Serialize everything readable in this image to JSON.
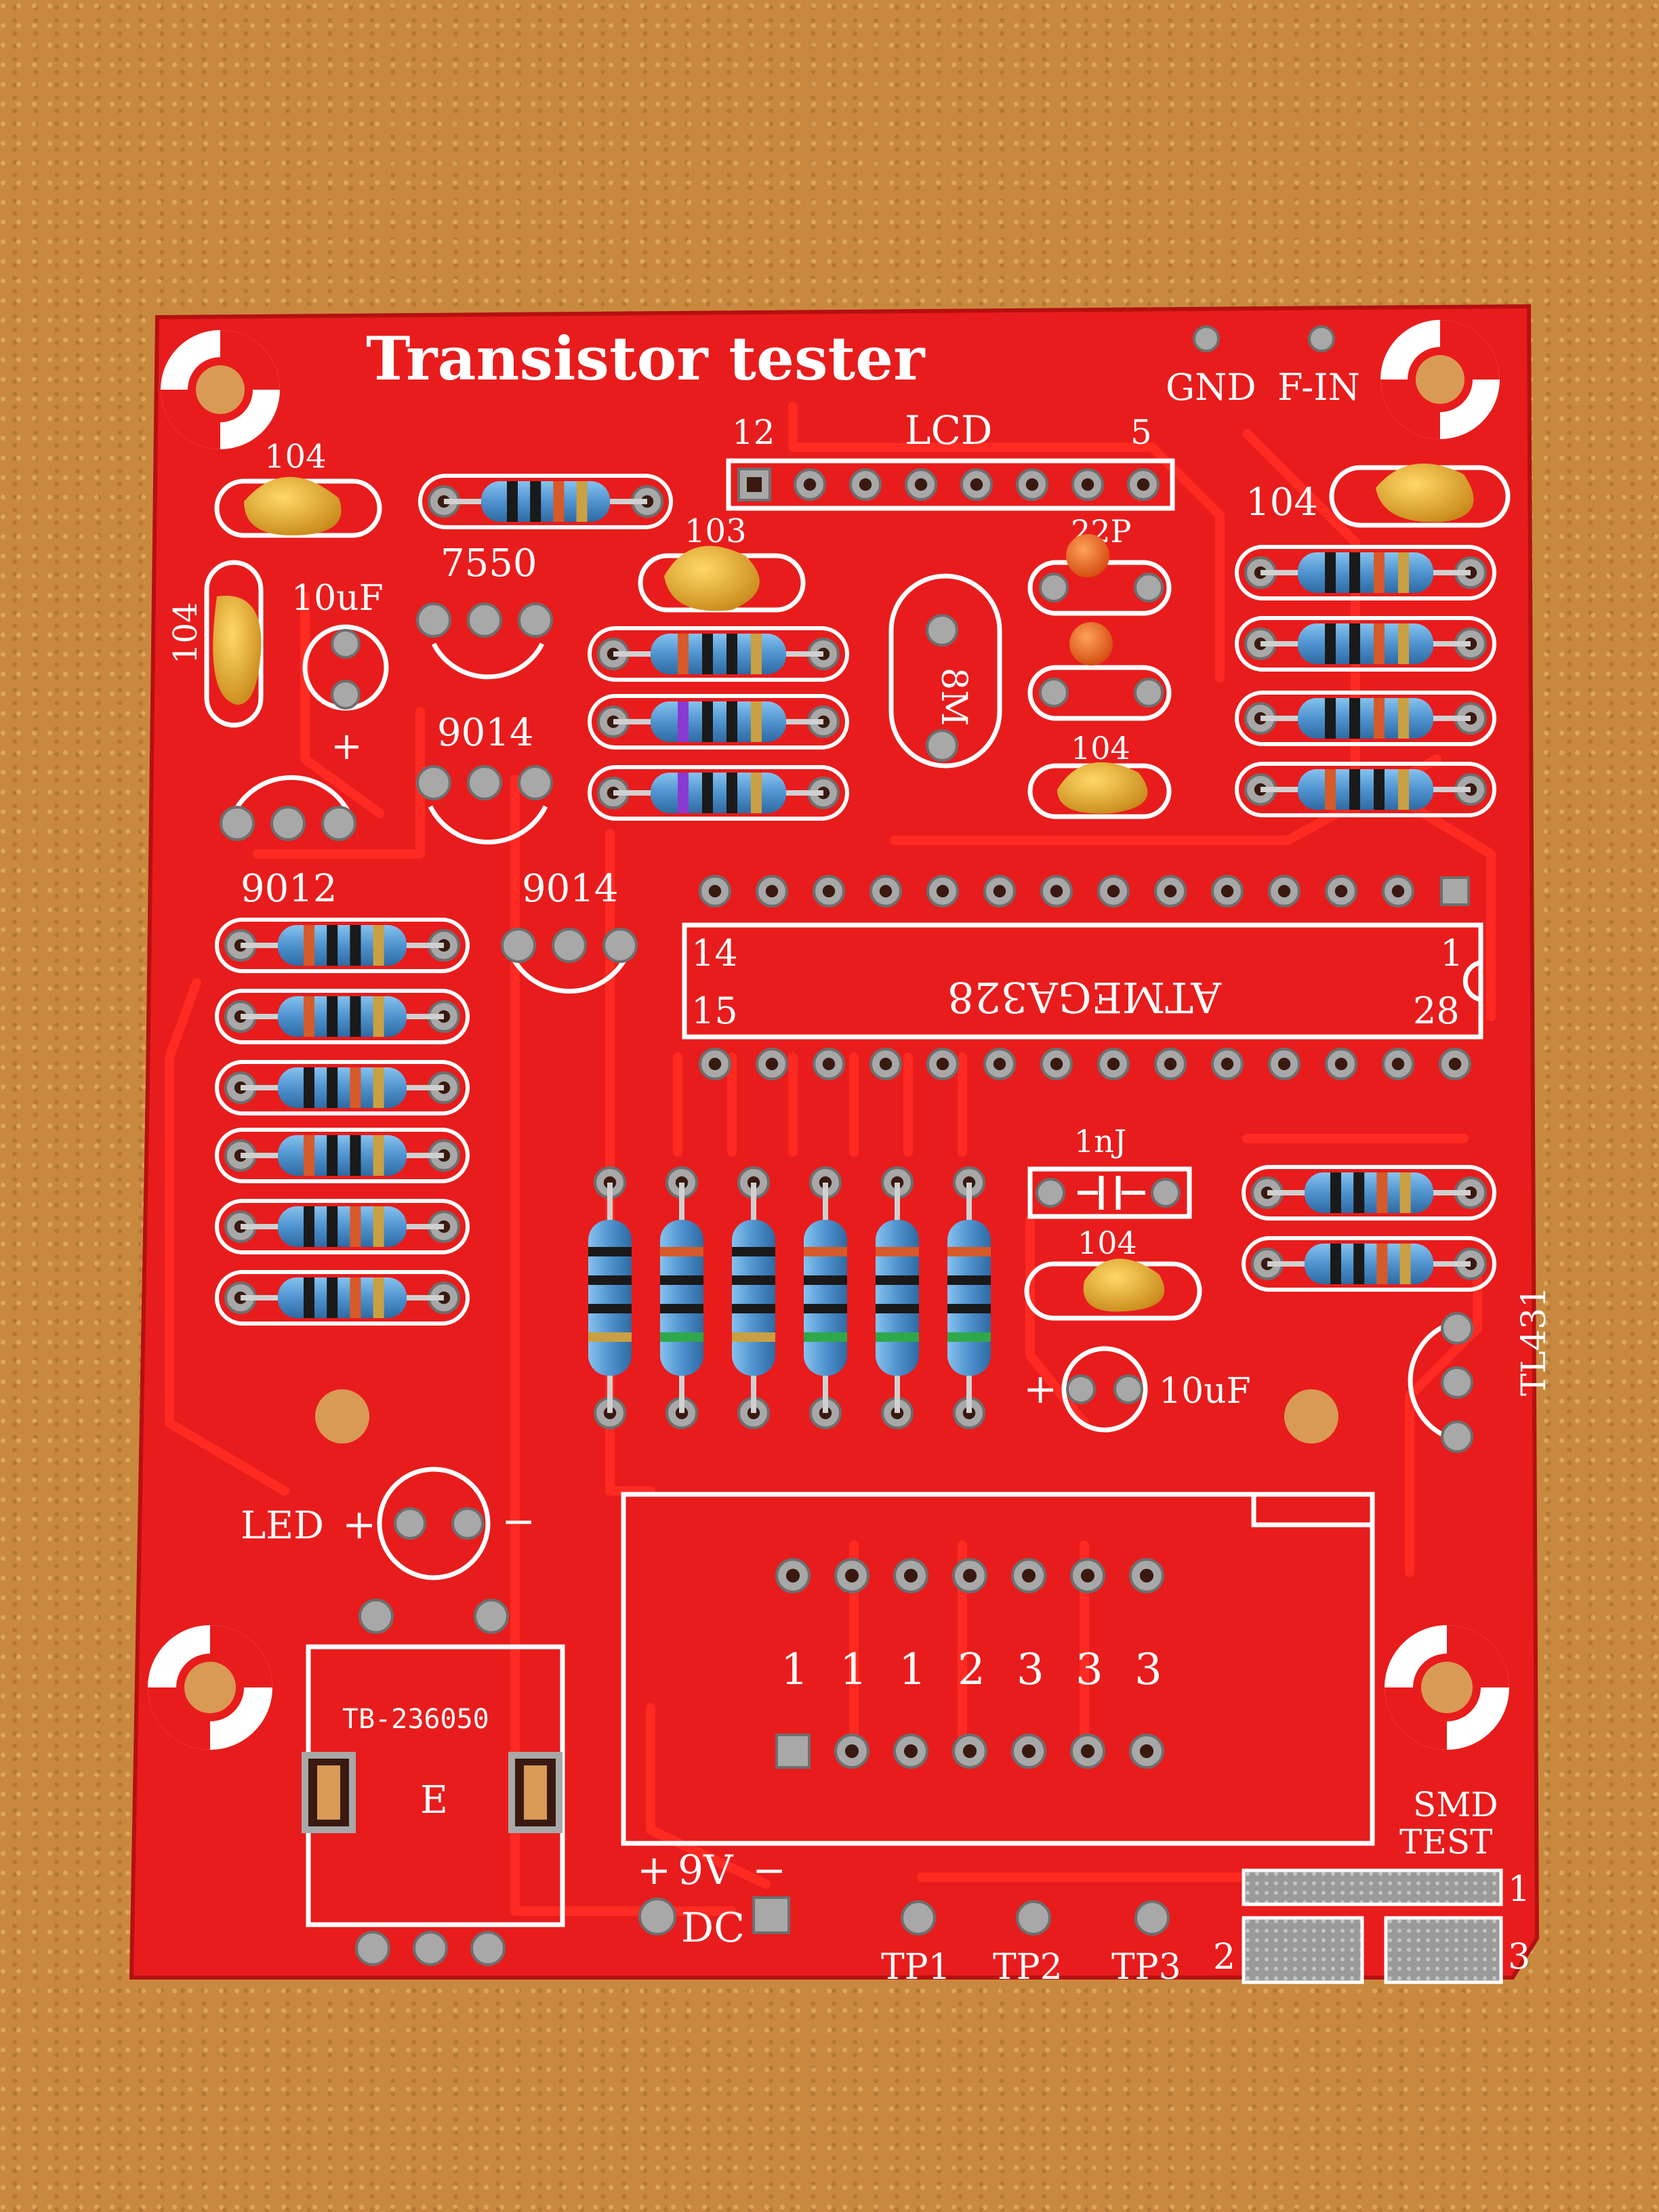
{
  "board": {
    "title": "Transistor  tester",
    "colors": {
      "board": "#e81c1c",
      "silkscreen": "#ffffff",
      "wood": "#c8893f",
      "resistor_body": "#5aa0d8",
      "capacitor": "#e8b437",
      "small_cap": "#ff7a1a",
      "pad": "#a8a8a8"
    }
  },
  "labels": {
    "gnd": "GND",
    "f_in": "F-IN",
    "lcd": "LCD",
    "lcd_pin_left": "12",
    "lcd_pin_right": "5",
    "cap_104_a": "104",
    "cap_104_b": "104",
    "cap_104_c": "104",
    "cap_104_d": "104",
    "cap_104_e": "104",
    "cap_103": "103",
    "cap_22p": "22P",
    "cap_10uf_a": "10uF",
    "cap_10uf_b": "10uF",
    "plus_a": "+",
    "plus_b": "+",
    "u7550": "7550",
    "t9014_a": "9014",
    "t9014_b": "9014",
    "t9012": "9012",
    "crystal": "8M",
    "mcu": "ATMEGA328",
    "mcu_pin_14": "14",
    "mcu_pin_15": "15",
    "mcu_pin_1": "1",
    "mcu_pin_28": "28",
    "cap_1nj": "1nJ",
    "tl431": "TL431",
    "led": "LED",
    "led_plus": "+",
    "led_minus": "−",
    "switch": "TB-236050",
    "switch_e": "E",
    "power_plus": "+",
    "power_9v": "9V",
    "power_minus": "−",
    "power_dc": "DC",
    "tp1": "TP1",
    "tp2": "TP2",
    "tp3": "TP3",
    "smd_1": "SMD",
    "smd_2": "TEST",
    "smd_pad_1": "1",
    "smd_pad_2": "2",
    "smd_pad_3": "3",
    "zif_pins": [
      "1",
      "1",
      "1",
      "2",
      "3",
      "3",
      "3"
    ]
  }
}
